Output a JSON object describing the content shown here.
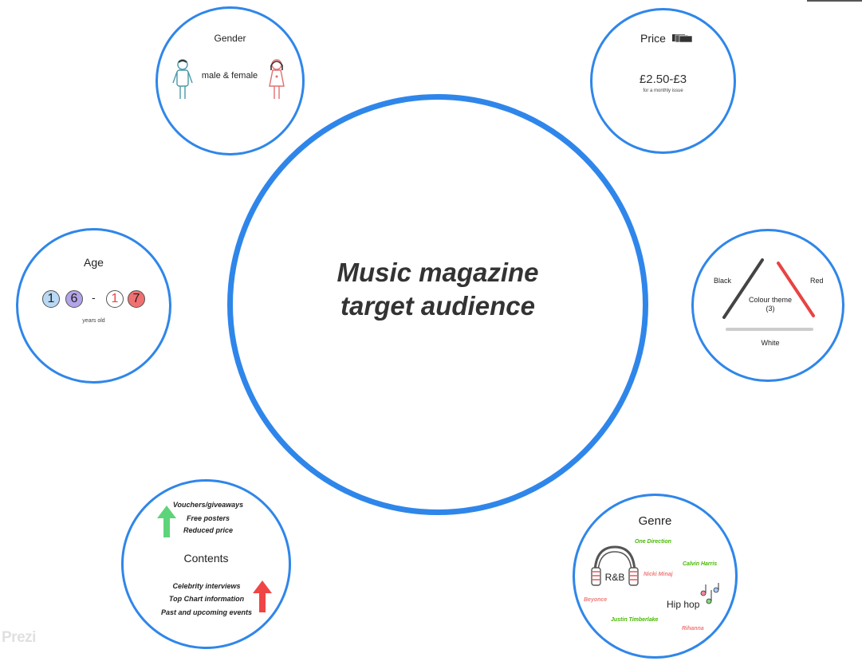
{
  "main": {
    "line1": "Music magazine",
    "line2": "target audience"
  },
  "gender": {
    "title": "Gender",
    "label": "male & female",
    "icons": [
      "male-figure-icon",
      "female-figure-icon"
    ]
  },
  "price": {
    "title": "Price",
    "value": "£2.50-£3",
    "note": "for a monthly issue",
    "icon": "money-icon"
  },
  "age": {
    "title": "Age",
    "digits": [
      "1",
      "6",
      "1",
      "7"
    ],
    "dash": "-",
    "note": "years old"
  },
  "colour": {
    "left": "Black",
    "right": "Red",
    "bottom": "White",
    "center_line1": "Colour theme",
    "center_line2": "(3)",
    "colors": {
      "black": "#444444",
      "red": "#e84343",
      "white": "#cccccc"
    }
  },
  "contents": {
    "title": "Contents",
    "up_items": [
      "Vouchers/giveaways",
      "Free posters",
      "Reduced price"
    ],
    "down_items": [
      "Celebrity interviews",
      "Top Chart information",
      "Past and upcoming events"
    ]
  },
  "genre": {
    "title": "Genre",
    "rnb": "R&B",
    "hiphop": "Hip hop",
    "artists_green": [
      "One Direction",
      "Calvin Harris",
      "Justin Timberlake"
    ],
    "artists_pink": [
      "Nicki Minaj",
      "Beyonce",
      "Rihanna"
    ]
  },
  "watermark": "Prezi",
  "accent_color": "#2f86ea"
}
